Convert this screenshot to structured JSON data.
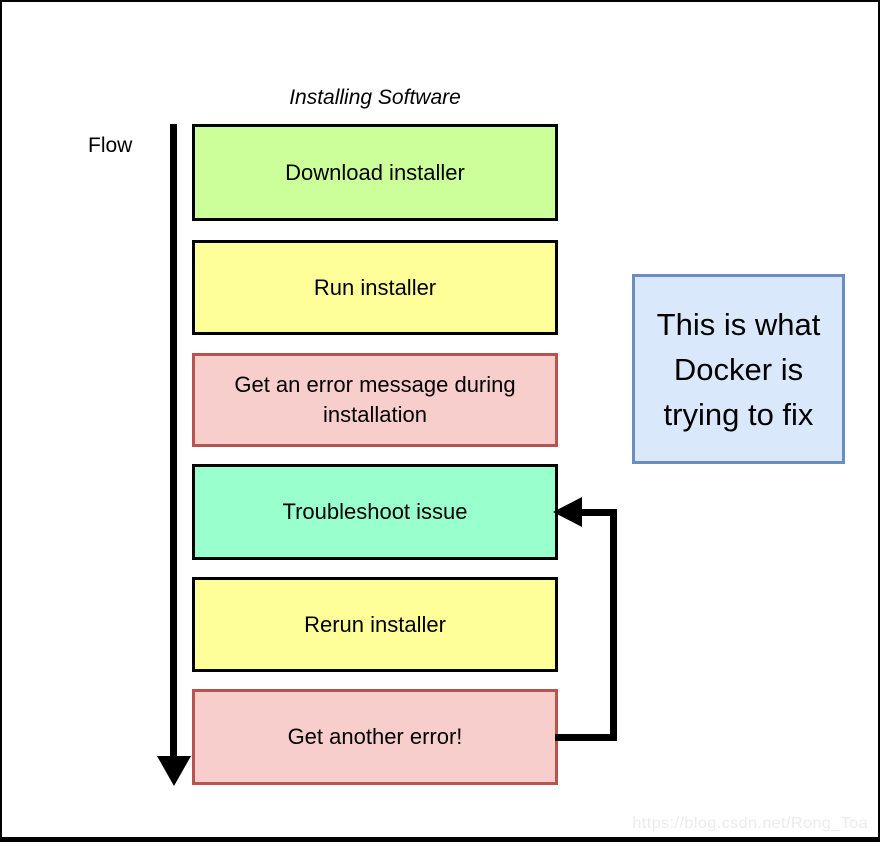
{
  "diagram": {
    "title": "Installing Software",
    "flow_label": "Flow",
    "steps": [
      {
        "label": "Download installer",
        "fill": "#ccff99",
        "border": "#000000"
      },
      {
        "label": "Run installer",
        "fill": "#ffff99",
        "border": "#000000"
      },
      {
        "label": "Get an error message during installation",
        "fill": "#f8cecc",
        "border": "#b85450"
      },
      {
        "label": "Troubleshoot issue",
        "fill": "#99ffcc",
        "border": "#000000"
      },
      {
        "label": "Rerun installer",
        "fill": "#ffff99",
        "border": "#000000"
      },
      {
        "label": "Get another error!",
        "fill": "#f8cecc",
        "border": "#b85450"
      }
    ],
    "callout": {
      "lines": [
        "This is what",
        "Docker is",
        "trying to fix"
      ],
      "fill": "#dae8fc",
      "border": "#6c8ebf"
    },
    "watermark": "https://blog.csdn.net/Rong_Toa"
  }
}
